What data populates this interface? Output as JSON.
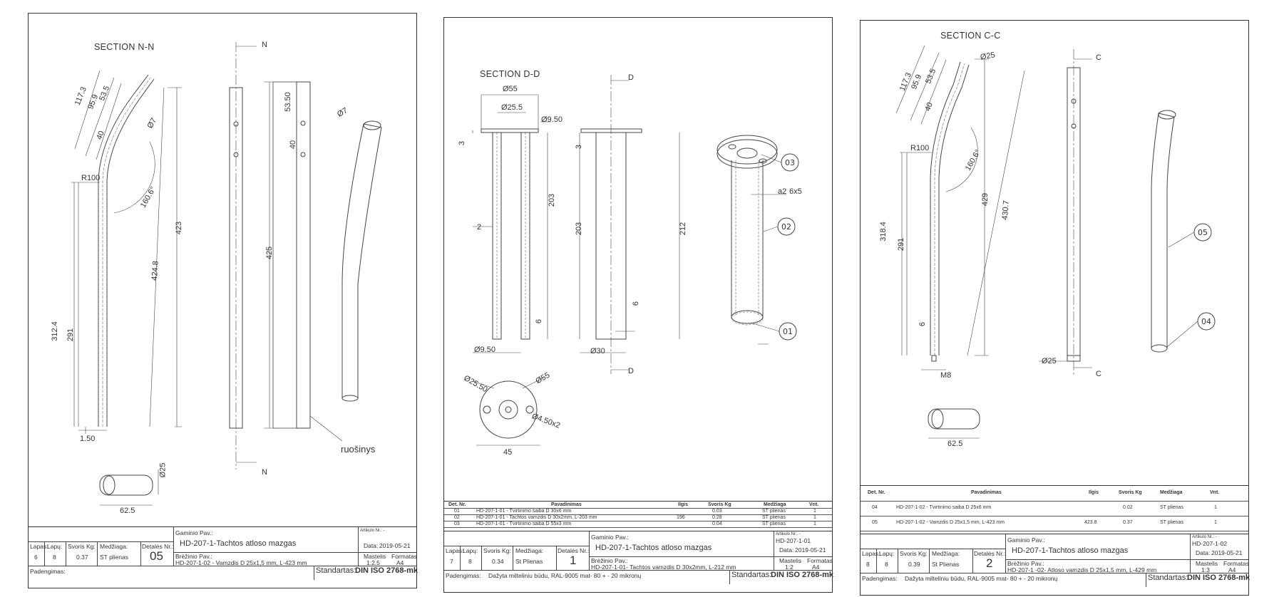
{
  "sheets": [
    {
      "section": "SECTION N-N",
      "cut": "N",
      "dims": [
        "117.3",
        "95.9",
        "53.5",
        "40",
        "Ø7",
        "R100",
        "160.6°",
        "423",
        "424.8",
        "312.4",
        "291",
        "1.50",
        "Ø25",
        "62.5",
        "425",
        "53.50",
        "40",
        "Ø7"
      ],
      "callout_text": "ruošinys",
      "tb": {
        "lapas_l": "Lapas:",
        "lapu_l": "Lapų:",
        "svoris_l": "Svoris Kg:",
        "medz_l": "Medžiaga:",
        "det_l": "Detalės Nr.:",
        "lapas": "6",
        "lapu": "8",
        "svoris": "0.37",
        "medz": "ST plienas",
        "det": "05",
        "gam_l": "Gaminio Pav.:",
        "gam": "HD-207-1-Tachtos atloso mazgas",
        "bre_l": "Brėžinio Pav.:",
        "bre": "HD-207-1-02 - Vamzdis D 25x1,5 mm, L-423 mm",
        "art_l": "Artikulo Nr.: -",
        "art": "",
        "data_l": "Data:",
        "data": "2019-05-21",
        "mast_l": "Mastelis",
        "mast": "1:2.5",
        "form_l": "Formatas",
        "form": "A4",
        "pad_l": "Padengimas:",
        "pad": "",
        "std_l": "Standartas:",
        "std": "DIN ISO 2768-mk"
      }
    },
    {
      "section": "SECTION D-D",
      "cut": "D",
      "dims": [
        "Ø55",
        "Ø25.5",
        "Ø9.50",
        "3",
        "203",
        "2",
        "Ø9.50",
        "6",
        "3",
        "203",
        "212",
        "Ø30",
        "6",
        "Ø25.50",
        "Ø55",
        "Ø4.50x2",
        "45",
        "a2",
        "6x5"
      ],
      "balloons": [
        "03",
        "02",
        "01"
      ],
      "parts": {
        "headers": [
          "Det. Nr.",
          "Pavadinimas",
          "Ilgis",
          "Svoris Kg",
          "Medžiaga",
          "Vnt."
        ],
        "rows": [
          [
            "01",
            "HD-207-1-01 - Tvirtinimo saiba D 30x6 mm",
            "",
            "0.03",
            "ST plienas",
            "1"
          ],
          [
            "02",
            "HD-207-1-01 - Tachtos vamzdis D 30x2mm, L-203 mm",
            "196",
            "0.28",
            "ST plienas",
            "1"
          ],
          [
            "03",
            "HD-207-1-01 - Tvirtinimo saiba D 55x3 mm",
            "",
            "0.04",
            "ST plienas",
            "1"
          ]
        ]
      },
      "tb": {
        "lapas_l": "Lapas:",
        "lapu_l": "Lapų:",
        "svoris_l": "Svoris Kg:",
        "medz_l": "Medžiaga:",
        "det_l": "Detalės Nr.:",
        "lapas": "7",
        "lapu": "8",
        "svoris": "0.34",
        "medz": "St Plienas",
        "det": "1",
        "gam_l": "Gaminio Pav.:",
        "gam": "HD-207-1-Tachtos atloso mazgas",
        "bre_l": "Brėžinio Pav.:",
        "bre": "HD-207-1-01- Tachtos vamzdis D 30x2mm, L-212 mm",
        "art_l": "Artikulo Nr.: -",
        "art": "HD-207-1-01",
        "data_l": "Data:",
        "data": "2019-05-21",
        "mast_l": "Mastelis",
        "mast": "1:2",
        "form_l": "Formatas",
        "form": "A4",
        "pad_l": "Padengimas:",
        "pad": "Dažyta milteliniu būdu, RAL-9005 mat- 80 + - 20 mikronų",
        "std_l": "Standartas:",
        "std": "DIN ISO 2768-mk"
      }
    },
    {
      "section": "SECTION C-C",
      "cut": "C",
      "dims": [
        "117.3",
        "95.9",
        "53.5",
        "40",
        "Ø25",
        "R100",
        "160.6°",
        "429",
        "430.7",
        "318.4",
        "291",
        "6",
        "M8",
        "Ø25",
        "62.5"
      ],
      "balloons": [
        "05",
        "04"
      ],
      "parts": {
        "headers": [
          "Det. Nr.",
          "Pavadinimas",
          "Ilgis",
          "Svoris Kg",
          "Medžiaga",
          "Vnt."
        ],
        "rows": [
          [
            "04",
            "HD-207-1-02 - Tvirtinimo saiba D 25x6 mm",
            "",
            "0.02",
            "ST plienas",
            "1"
          ],
          [
            "05",
            "HD-207-1-02 - Vamzdis D 25x1,5 mm, L-423 mm",
            "423.8",
            "0.37",
            "ST plienas",
            "1"
          ]
        ]
      },
      "tb": {
        "lapas_l": "Lapas:",
        "lapu_l": "Lapų:",
        "svoris_l": "Svoris Kg:",
        "medz_l": "Medžiaga:",
        "det_l": "Detalės Nr.:",
        "lapas": "8",
        "lapu": "8",
        "svoris": "0.39",
        "medz": "St Plienas",
        "det": "2",
        "gam_l": "Gaminio Pav.:",
        "gam": "HD-207-1-Tachtos atloso mazgas",
        "bre_l": "Brėžinio Pav.:",
        "bre": "HD-207-1 -02- Atloso vamzdis D 25x1,5 mm, L-429 mm",
        "art_l": "Artikulo Nr.: -",
        "art": "HD-207-1-02",
        "data_l": "Data:",
        "data": "2019-05-21",
        "mast_l": "Mastelis",
        "mast": "1:3",
        "form_l": "Formatas",
        "form": "A4",
        "pad_l": "Padengimas:",
        "pad": "Dažyta milteliniu būdu, RAL-9005 mat- 80 + - 20 mikronų",
        "std_l": "Standartas:",
        "std": "DIN ISO 2768-mk"
      }
    }
  ]
}
